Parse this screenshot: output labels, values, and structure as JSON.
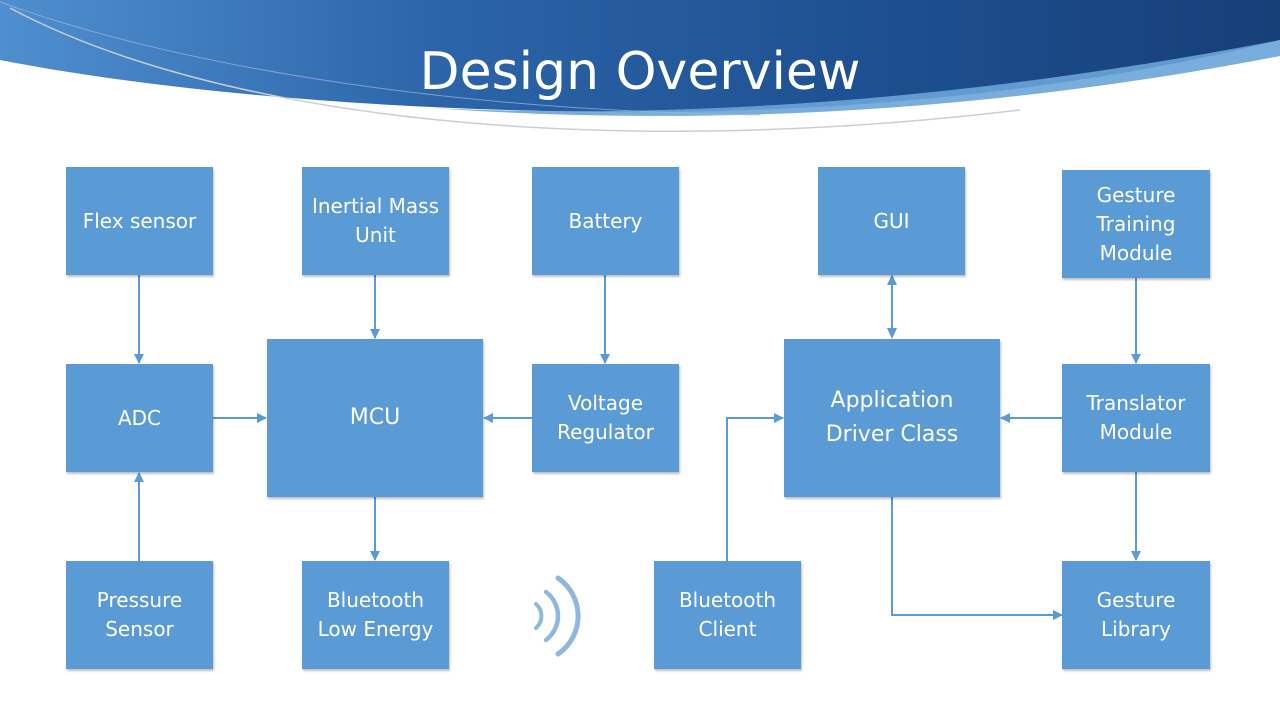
{
  "slide": {
    "title": "Design Overview"
  },
  "colors": {
    "block_fill": "#5b9bd5",
    "connector": "#5b9bd5",
    "header_dark": "#1a4a86",
    "header_light": "#3f7ec0"
  },
  "blocks": {
    "flex_sensor": [
      "Flex sensor"
    ],
    "inertial_mass_unit": [
      "Inertial Mass",
      "Unit"
    ],
    "battery": [
      "Battery"
    ],
    "gui": [
      "GUI"
    ],
    "gesture_training_module": [
      "Gesture",
      "Training",
      "Module"
    ],
    "adc": [
      "ADC"
    ],
    "mcu": [
      "MCU"
    ],
    "voltage_regulator": [
      "Voltage",
      "Regulator"
    ],
    "application_driver_class": [
      "Application",
      "Driver Class"
    ],
    "translator_module": [
      "Translator",
      "Module"
    ],
    "pressure_sensor": [
      "Pressure",
      "Sensor"
    ],
    "bluetooth_low_energy": [
      "Bluetooth",
      "Low Energy"
    ],
    "bluetooth_client": [
      "Bluetooth",
      "Client"
    ],
    "gesture_library": [
      "Gesture",
      "Library"
    ]
  },
  "icons": {
    "wireless": "wireless-signal-icon"
  }
}
